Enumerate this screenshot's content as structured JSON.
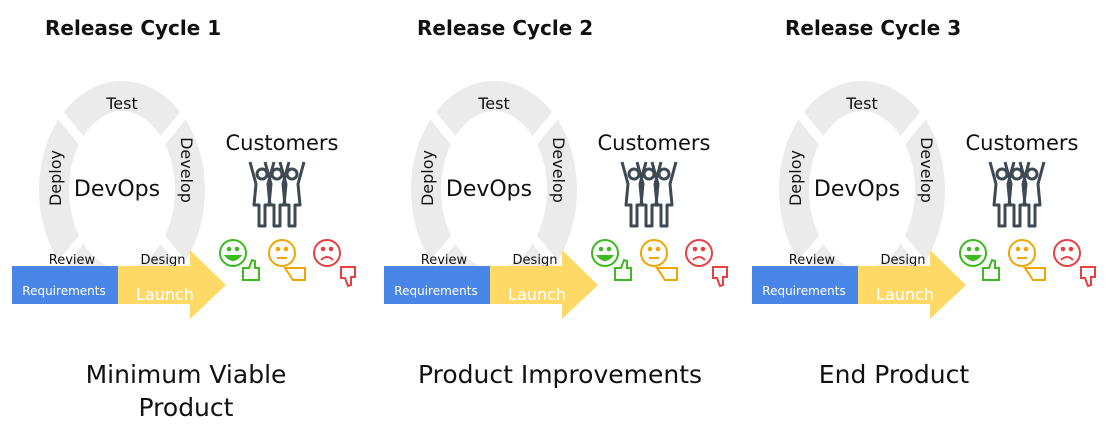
{
  "colors": {
    "ring": "#ebebeb",
    "requirements": "#4a86e8",
    "launch": "#ffd966",
    "happy": "#3cba1e",
    "neutral": "#f0a500",
    "sad": "#e84040",
    "people": "#3e4a52"
  },
  "panels": [
    {
      "title": "Release Cycle 1",
      "caption_lines": [
        "Minimum Viable",
        "Product"
      ]
    },
    {
      "title": "Release Cycle 2",
      "caption_lines": [
        "Product Improvements"
      ]
    },
    {
      "title": "Release Cycle 3",
      "caption_lines": [
        "End Product"
      ]
    }
  ],
  "cycle": {
    "center": "DevOps",
    "test": "Test",
    "deploy": "Deploy",
    "develop": "Develop",
    "review": "Review",
    "design": "Design",
    "requirements": "Requirements",
    "launch": "Launch",
    "customers": "Customers"
  },
  "icons": {
    "people": "people-cheering-icon",
    "happy": "happy-face-thumbs-up-icon",
    "neutral": "neutral-face-pointing-icon",
    "sad": "sad-face-thumbs-down-icon"
  }
}
